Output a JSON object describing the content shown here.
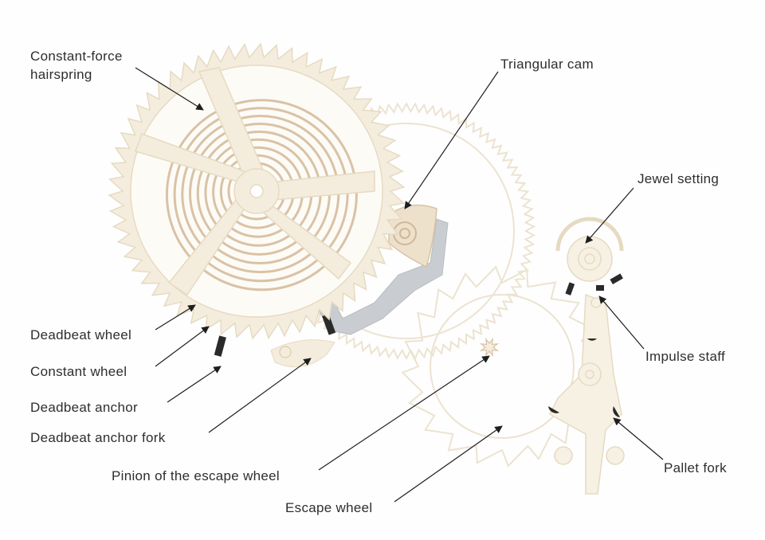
{
  "labels": {
    "hairspring_line1": "Constant-force",
    "hairspring_line2": "hairspring",
    "triangular_cam": "Triangular cam",
    "jewel_setting": "Jewel setting",
    "impulse_staff": "Impulse staff",
    "deadbeat_wheel": "Deadbeat wheel",
    "constant_wheel": "Constant wheel",
    "deadbeat_anchor": "Deadbeat anchor",
    "deadbeat_anchor_fork": "Deadbeat anchor fork",
    "pinion": "Pinion of the escape wheel",
    "escape_wheel": "Escape wheel",
    "pallet_fork": "Pallet fork"
  },
  "colors": {
    "wheel_fill": "#f4eddd",
    "wheel_stroke": "#e6dac2",
    "spring": "#d9c2a6",
    "faint": "#ece3d0",
    "anchor_gray": "#c9cdd1",
    "dark": "#2a2a2a",
    "text": "#2e2e30"
  }
}
